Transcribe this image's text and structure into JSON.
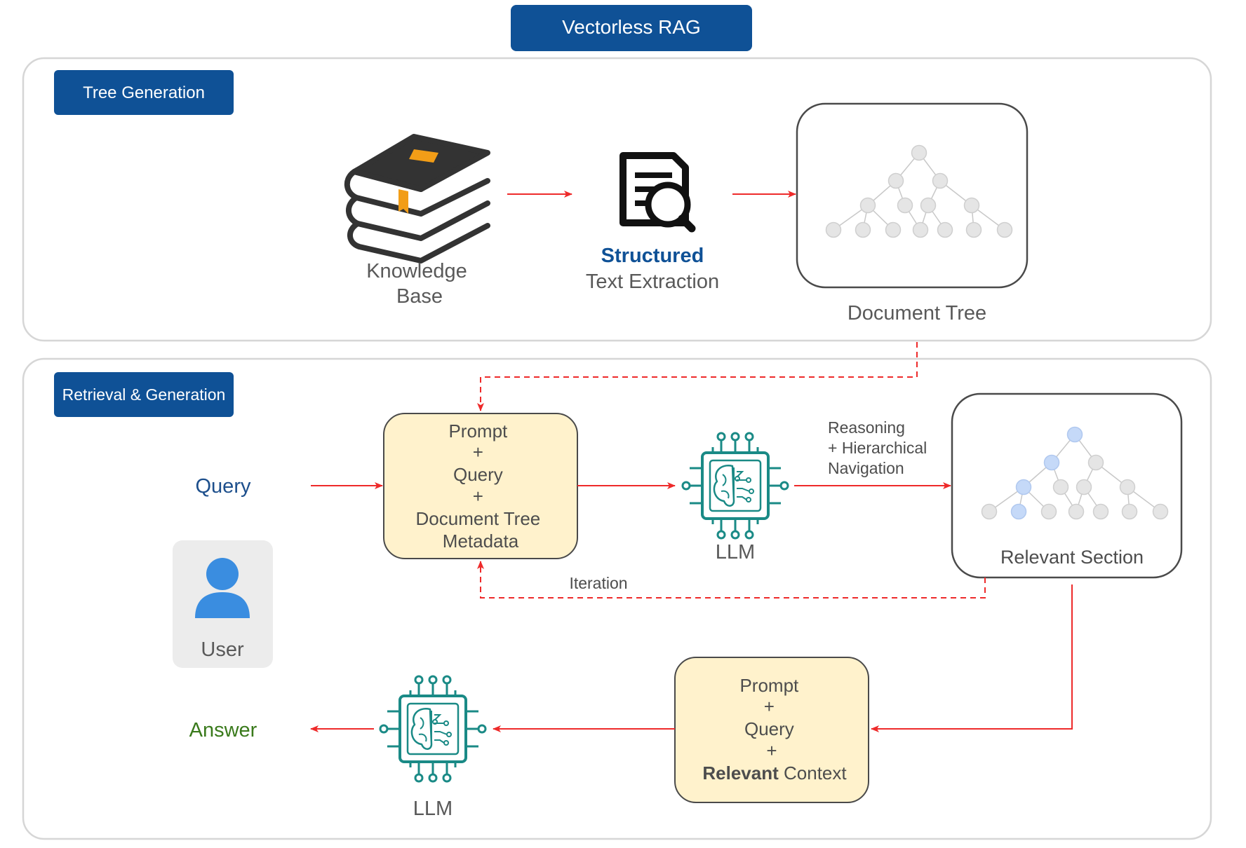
{
  "title": "Vectorless RAG",
  "sections": {
    "tree_generation": {
      "label": "Tree Generation"
    },
    "retrieval_generation": {
      "label": "Retrieval & Generation"
    }
  },
  "tree_generation": {
    "knowledge_base": [
      "Knowledge",
      "Base"
    ],
    "extraction": {
      "bold": "Structured",
      "rest": "Text Extraction"
    },
    "document_tree": "Document Tree"
  },
  "retrieval": {
    "query": "Query",
    "answer": "Answer",
    "user": "User",
    "prompt_box_1": [
      "Prompt",
      "+",
      "Query",
      "+",
      "Document Tree",
      "Metadata"
    ],
    "llm_1": "LLM",
    "reasoning": [
      "Reasoning",
      "+ Hierarchical",
      "Navigation"
    ],
    "relevant_section": "Relevant Section",
    "iteration": "Iteration",
    "prompt_box_2": {
      "lines": [
        "Prompt",
        "+",
        "Query",
        "+"
      ],
      "last_bold": "Relevant",
      "last_rest": " Context"
    },
    "llm_2": "LLM"
  },
  "colors": {
    "header_blue": "#0f5196",
    "arrow_red": "#ee2a2a",
    "query_blue": "#1d4f8c",
    "answer_green": "#3a7a1c",
    "box_fill": "#fff2cc",
    "chip_teal": "#1a8a86",
    "node_gray": "#e5e5e5",
    "node_highlight": "#c5d9f8",
    "user_blue": "#3a8de0",
    "book_dark": "#333333",
    "book_accent": "#f29d17"
  },
  "icons": [
    "book-stack-icon",
    "document-search-icon",
    "tree-icon",
    "chip-brain-icon",
    "user-icon"
  ]
}
